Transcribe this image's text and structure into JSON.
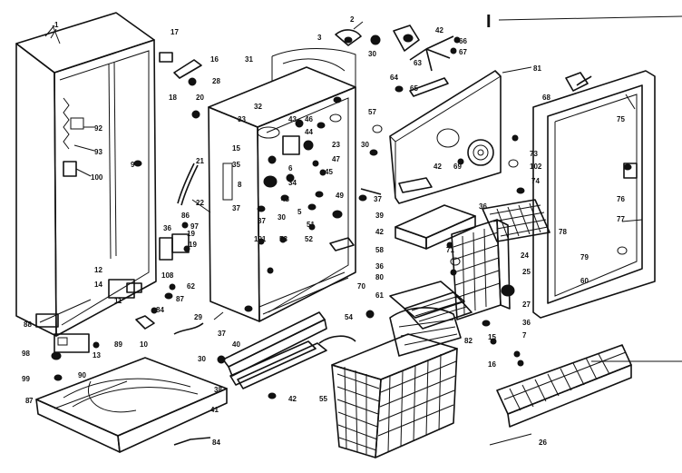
{
  "diagram": {
    "header_mark": "I",
    "callouts": [
      {
        "id": "c-1",
        "text": "1"
      },
      {
        "id": "c-2",
        "text": "2"
      },
      {
        "id": "c-3",
        "text": "3"
      },
      {
        "id": "c-17",
        "text": "17"
      },
      {
        "id": "c-16",
        "text": "16"
      },
      {
        "id": "c-28",
        "text": "28"
      },
      {
        "id": "c-18",
        "text": "18"
      },
      {
        "id": "c-20",
        "text": "20"
      },
      {
        "id": "c-31",
        "text": "31"
      },
      {
        "id": "c-32",
        "text": "32"
      },
      {
        "id": "c-33",
        "text": "33"
      },
      {
        "id": "c-43",
        "text": "43"
      },
      {
        "id": "c-46",
        "text": "46"
      },
      {
        "id": "c-44",
        "text": "44"
      },
      {
        "id": "c-15",
        "text": "15"
      },
      {
        "id": "c-23",
        "text": "23"
      },
      {
        "id": "c-35",
        "text": "35"
      },
      {
        "id": "c-6",
        "text": "6"
      },
      {
        "id": "c-47",
        "text": "47"
      },
      {
        "id": "c-45",
        "text": "45"
      },
      {
        "id": "c-8",
        "text": "8"
      },
      {
        "id": "c-34",
        "text": "34"
      },
      {
        "id": "c-48",
        "text": "48"
      },
      {
        "id": "c-49",
        "text": "49"
      },
      {
        "id": "c-37a",
        "text": "37"
      },
      {
        "id": "c-30a",
        "text": "30"
      },
      {
        "id": "c-5",
        "text": "5"
      },
      {
        "id": "c-51",
        "text": "51"
      },
      {
        "id": "c-52",
        "text": "52"
      },
      {
        "id": "c-101",
        "text": "101"
      },
      {
        "id": "c-53",
        "text": "53"
      },
      {
        "id": "c-21",
        "text": "21"
      },
      {
        "id": "c-22",
        "text": "22"
      },
      {
        "id": "c-37b",
        "text": "37"
      },
      {
        "id": "c-19a",
        "text": "19"
      },
      {
        "id": "c-92",
        "text": "92"
      },
      {
        "id": "c-93",
        "text": "93"
      },
      {
        "id": "c-100",
        "text": "100"
      },
      {
        "id": "c-9",
        "text": "9"
      },
      {
        "id": "c-36a",
        "text": "36"
      },
      {
        "id": "c-86",
        "text": "86"
      },
      {
        "id": "c-97",
        "text": "97"
      },
      {
        "id": "c-19b",
        "text": "19"
      },
      {
        "id": "c-12",
        "text": "12"
      },
      {
        "id": "c-108",
        "text": "108"
      },
      {
        "id": "c-62",
        "text": "62"
      },
      {
        "id": "c-14",
        "text": "14"
      },
      {
        "id": "c-87",
        "text": "87"
      },
      {
        "id": "c-11",
        "text": "11"
      },
      {
        "id": "c-84a",
        "text": "84"
      },
      {
        "id": "c-10",
        "text": "10"
      },
      {
        "id": "c-29",
        "text": "29"
      },
      {
        "id": "c-88",
        "text": "88"
      },
      {
        "id": "c-98",
        "text": "98"
      },
      {
        "id": "c-89",
        "text": "89"
      },
      {
        "id": "c-13",
        "text": "13"
      },
      {
        "id": "c-99",
        "text": "99"
      },
      {
        "id": "c-90",
        "text": "90"
      },
      {
        "id": "c-7a",
        "text": "7"
      },
      {
        "id": "c-37c",
        "text": "37"
      },
      {
        "id": "c-40",
        "text": "40"
      },
      {
        "id": "c-30b",
        "text": "30"
      },
      {
        "id": "c-38a",
        "text": "38"
      },
      {
        "id": "c-41",
        "text": "41"
      },
      {
        "id": "c-42a",
        "text": "42"
      },
      {
        "id": "c-84b",
        "text": "84"
      },
      {
        "id": "c-8b",
        "text": "8"
      },
      {
        "id": "c-30c",
        "text": "30"
      },
      {
        "id": "c-42b",
        "text": "42"
      },
      {
        "id": "c-66",
        "text": "66"
      },
      {
        "id": "c-67",
        "text": "67"
      },
      {
        "id": "c-63",
        "text": "63"
      },
      {
        "id": "c-64",
        "text": "64"
      },
      {
        "id": "c-65",
        "text": "65"
      },
      {
        "id": "c-81",
        "text": "81"
      },
      {
        "id": "c-57",
        "text": "57"
      },
      {
        "id": "c-30d",
        "text": "30"
      },
      {
        "id": "c-69",
        "text": "69"
      },
      {
        "id": "c-73",
        "text": "73"
      },
      {
        "id": "c-102",
        "text": "102"
      },
      {
        "id": "c-42c",
        "text": "42"
      },
      {
        "id": "c-74",
        "text": "74"
      },
      {
        "id": "c-37d",
        "text": "37"
      },
      {
        "id": "c-39",
        "text": "39"
      },
      {
        "id": "c-36b",
        "text": "36"
      },
      {
        "id": "c-24",
        "text": "24"
      },
      {
        "id": "c-42d",
        "text": "42"
      },
      {
        "id": "c-58",
        "text": "58"
      },
      {
        "id": "c-36c",
        "text": "36"
      },
      {
        "id": "c-71",
        "text": "71"
      },
      {
        "id": "c-80",
        "text": "80"
      },
      {
        "id": "c-25",
        "text": "25"
      },
      {
        "id": "c-61",
        "text": "61"
      },
      {
        "id": "c-70",
        "text": "70"
      },
      {
        "id": "c-27",
        "text": "27"
      },
      {
        "id": "c-54",
        "text": "54"
      },
      {
        "id": "c-82",
        "text": "82"
      },
      {
        "id": "c-36d",
        "text": "36"
      },
      {
        "id": "c-15b",
        "text": "15"
      },
      {
        "id": "c-7b",
        "text": "7"
      },
      {
        "id": "c-16b",
        "text": "16"
      },
      {
        "id": "c-55",
        "text": "55"
      },
      {
        "id": "c-26",
        "text": "26"
      },
      {
        "id": "c-68",
        "text": "68"
      },
      {
        "id": "c-75",
        "text": "75"
      },
      {
        "id": "c-76",
        "text": "76"
      },
      {
        "id": "c-77",
        "text": "77"
      },
      {
        "id": "c-78",
        "text": "78"
      },
      {
        "id": "c-79",
        "text": "79"
      },
      {
        "id": "c-60",
        "text": "60"
      }
    ]
  }
}
